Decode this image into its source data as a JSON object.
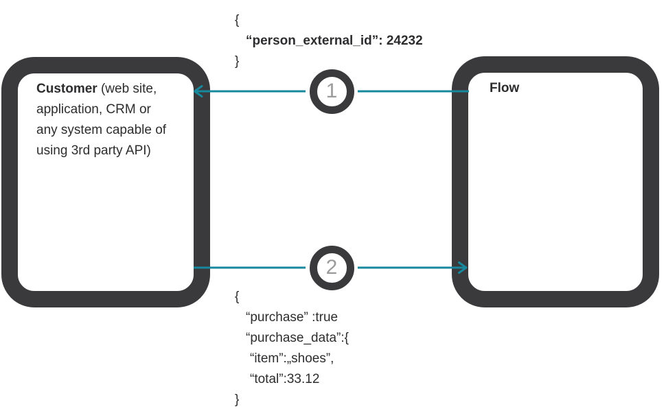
{
  "colors": {
    "box_border_dark": "#3a393b",
    "connector_teal": "#17899e",
    "step_number_gray": "#9b9b9b",
    "text_dark": "#2d2c2e"
  },
  "boxes": {
    "customer": {
      "title_bold": "Customer",
      "title_rest": " (web site,\napplication, CRM or\nany system capable of\nusing 3rd party API)"
    },
    "flow": {
      "title": "Flow"
    }
  },
  "code_blocks": {
    "request": {
      "lines": [
        "{",
        "“person_external_id”: 24232",
        "}"
      ]
    },
    "response": {
      "lines": [
        "{",
        "“purchase” :true",
        "“purchase_data”:{",
        "“item”:„shoes”,",
        "“total”:33.12",
        "}"
      ]
    }
  },
  "connectors": [
    {
      "number": "1",
      "direction": "flow-to-customer"
    },
    {
      "number": "2",
      "direction": "customer-to-flow"
    }
  ]
}
